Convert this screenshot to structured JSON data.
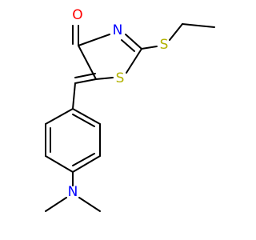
{
  "molecule": {
    "atoms": {
      "oxygen": "O",
      "ring_nitrogen": "N",
      "ring_sulfur": "S",
      "thioether_sulfur": "S",
      "amine_nitrogen": "N"
    }
  },
  "colors": {
    "background": "#ffffff",
    "bond": "#000000",
    "oxygen": "#ff0000",
    "nitrogen": "#0000ff",
    "sulfur": "#b2b200"
  }
}
